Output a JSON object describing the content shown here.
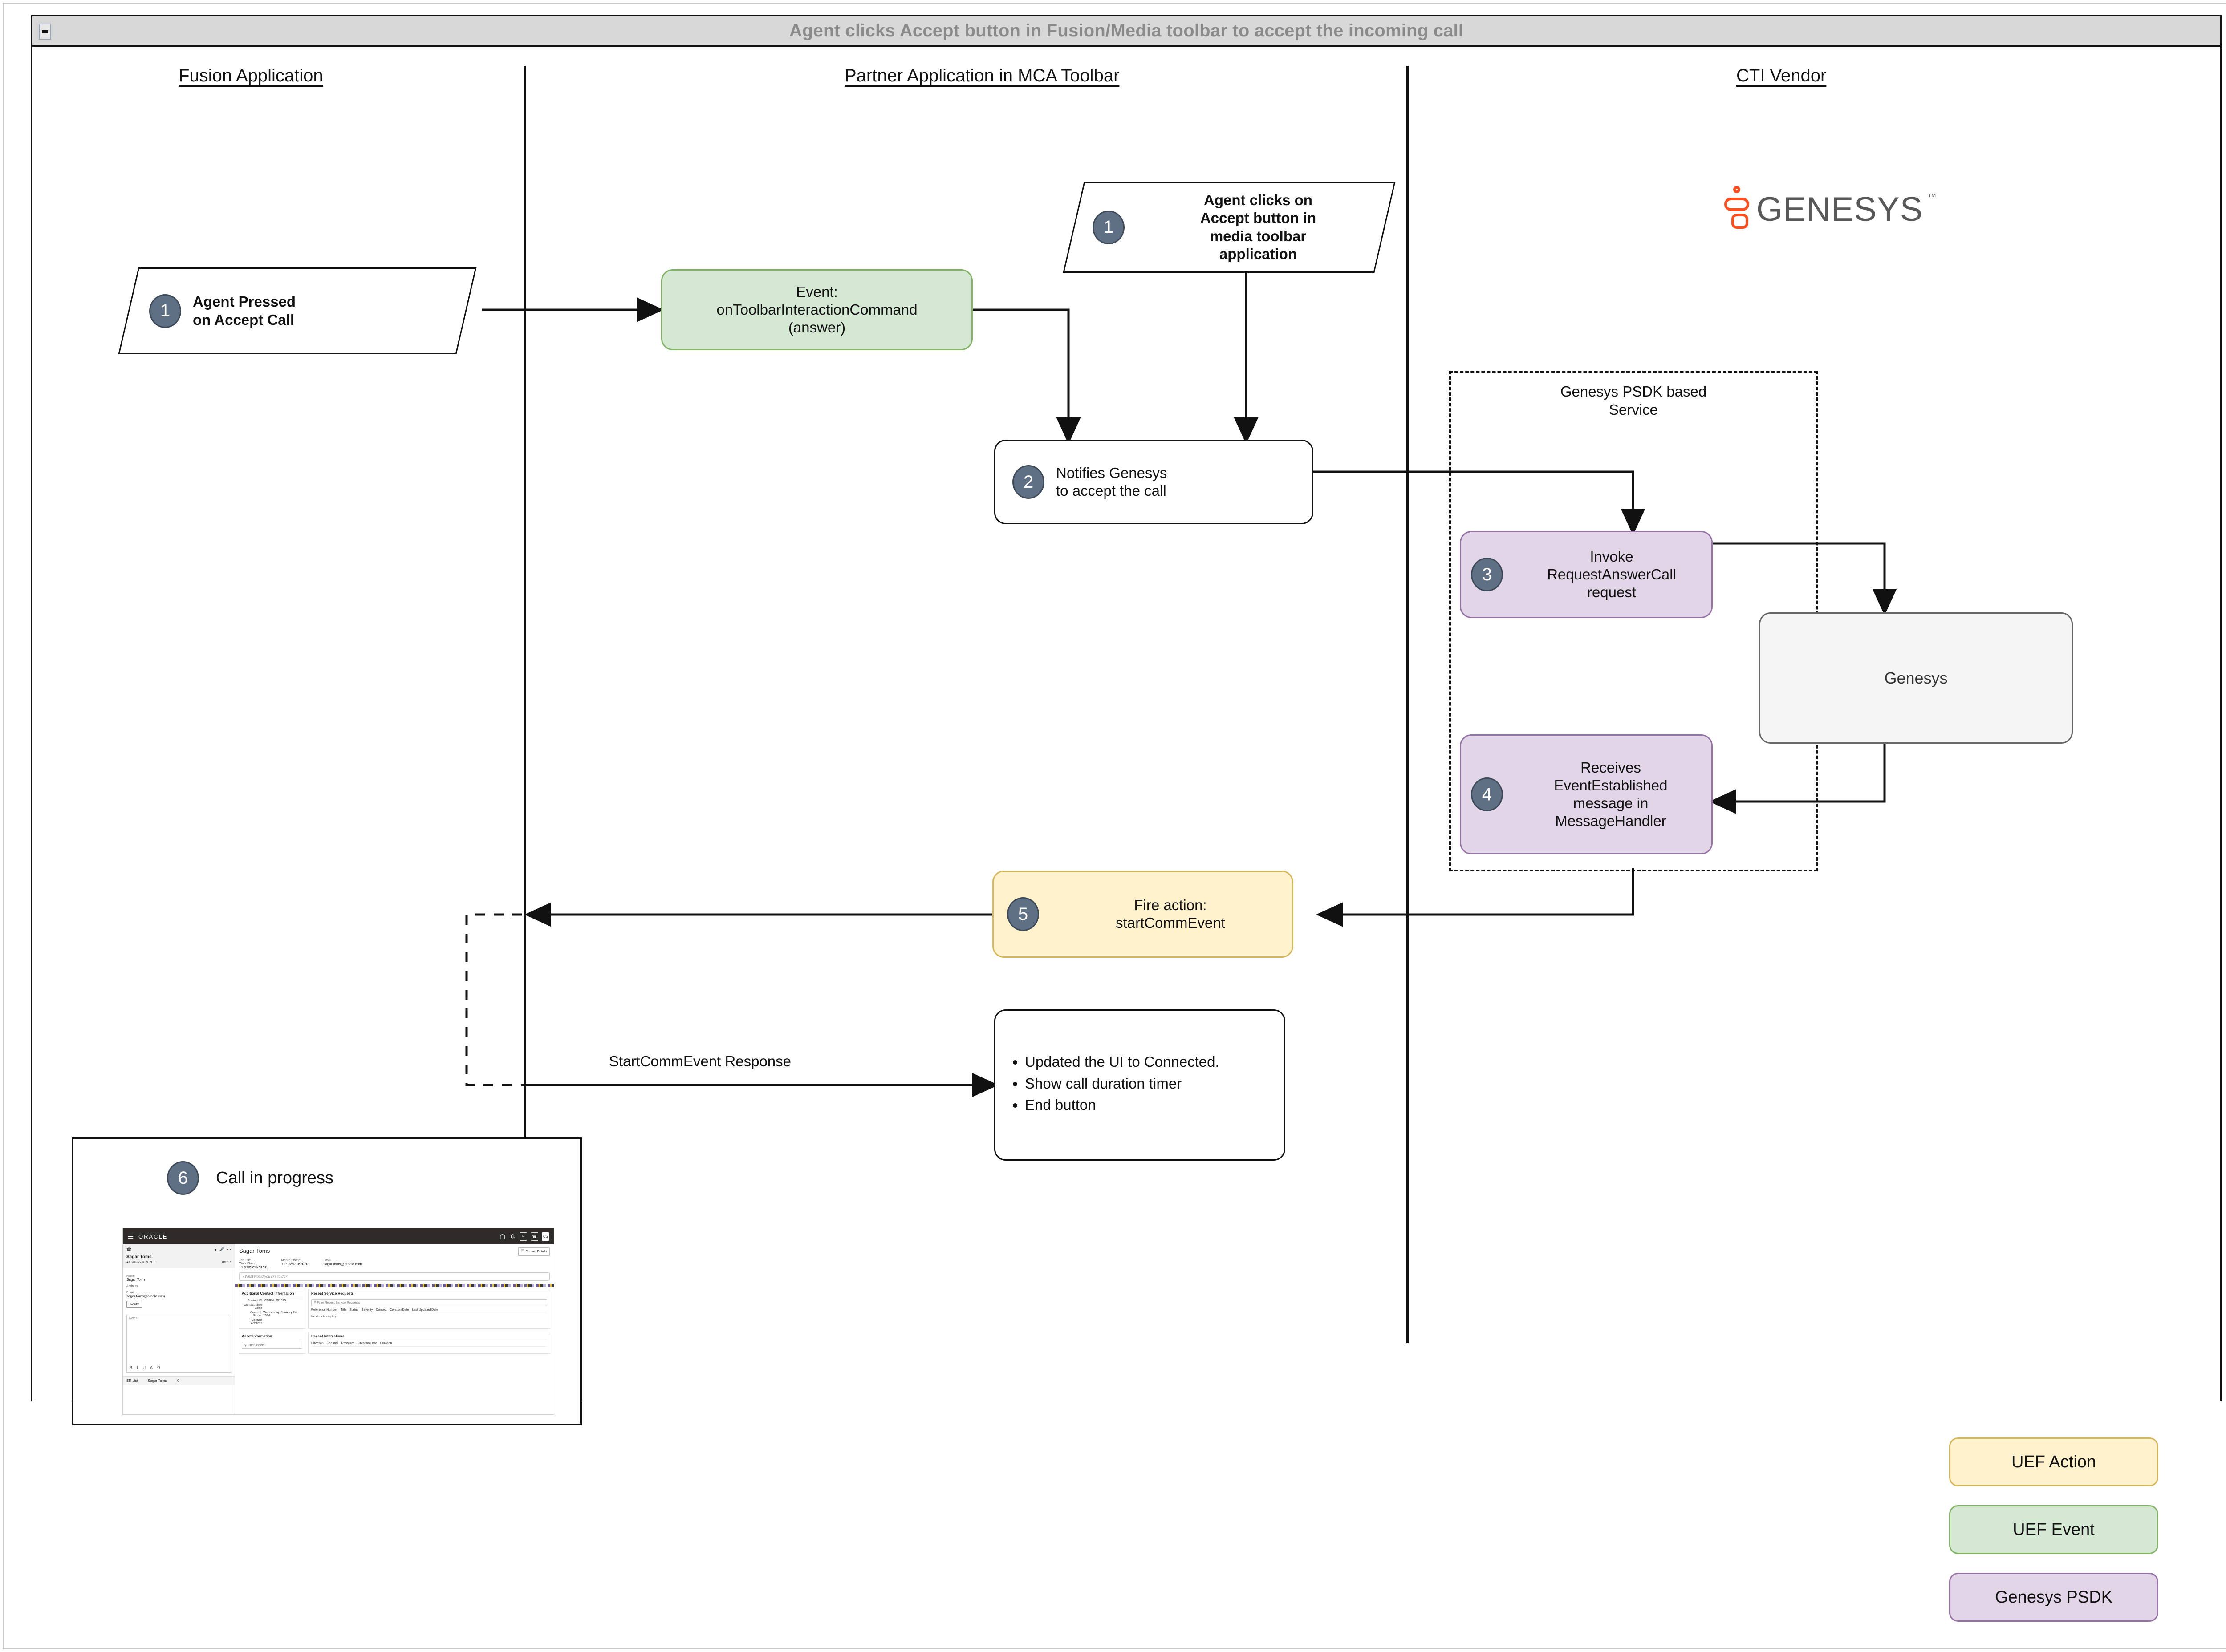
{
  "window": {
    "title": "Agent clicks Accept button in Fusion/Media toolbar to accept the incoming call",
    "collapse_icon": "collapse-icon"
  },
  "lanes": [
    {
      "label": "Fusion Application"
    },
    {
      "label": "Partner Application in MCA Toolbar"
    },
    {
      "label": "CTI Vendor"
    }
  ],
  "logo": {
    "word": "GENESYS",
    "tm": "™"
  },
  "nodes": {
    "agent_pressed": {
      "badge": "1",
      "line1": "Agent Pressed",
      "line2": "on Accept Call"
    },
    "event_toolbar": {
      "line1": "Event:",
      "line2": "onToolbarInteractionCommand",
      "line3": "(answer)"
    },
    "agent_clicks": {
      "badge": "1",
      "line1": "Agent clicks on",
      "line2": "Accept button in",
      "line3": "media toolbar",
      "line4": "application"
    },
    "notifies": {
      "badge": "2",
      "line1": "Notifies Genesys",
      "line2": "to accept the call"
    },
    "psdk_group": {
      "line1": "Genesys PSDK based",
      "line2": "Service"
    },
    "invoke": {
      "badge": "3",
      "line1": "Invoke",
      "line2": "RequestAnswerCall",
      "line3": "request"
    },
    "genesys_box": {
      "label": "Genesys"
    },
    "receives": {
      "badge": "4",
      "line1": "Receives",
      "line2": "EventEstablished",
      "line3": "message in",
      "line4": "MessageHandler"
    },
    "fire_action": {
      "badge": "5",
      "line1": "Fire action:",
      "line2": "startCommEvent"
    },
    "ui_updates": {
      "bullets": [
        "Updated the UI to Connected.",
        "Show call duration timer",
        "End button"
      ]
    },
    "call_in_progress": {
      "badge": "6",
      "label": "Call in progress"
    }
  },
  "edges": {
    "start_comm_event_response": "StartCommEvent Response"
  },
  "legend": [
    {
      "label": "UEF Action",
      "fill": "#fff2cc",
      "stroke": "#d6b656"
    },
    {
      "label": "UEF Event",
      "fill": "#d5e8d4",
      "stroke": "#82b366"
    },
    {
      "label": "Genesys PSDK",
      "fill": "#e1d5e7",
      "stroke": "#9673a6"
    }
  ],
  "screenshot": {
    "brand": "ORACLE",
    "badge_initials": "CS",
    "call": {
      "name": "Sagar Toms",
      "phone": "+1 918921670701",
      "timer": "00:17"
    },
    "left_fields": [
      {
        "label": "Name",
        "value": "Sagar Toms"
      },
      {
        "label": "Address",
        "value": ""
      },
      {
        "label": "Email",
        "value": "sagar.toms@oracle.com"
      }
    ],
    "verify_button": "Verify",
    "notes_label": "Notes",
    "notes_toolbar": "B I U A Ω",
    "footer_tabs": [
      "SR List",
      "Sagar Toms"
    ],
    "footer_close": "X",
    "contact": {
      "title": "Sagar Toms",
      "contact_details_button": "Contact Details",
      "fields": [
        {
          "label": "Job Title",
          "value": ""
        },
        {
          "label": "Mobile Phone",
          "value": "+1 918921670701"
        },
        {
          "label": "Email",
          "value": "sagar.toms@oracle.com"
        },
        {
          "label": "Work Phone",
          "value": "+1 918921670701"
        }
      ],
      "ask_placeholder": "What would you like to do?"
    },
    "additional_contact": {
      "title": "Additional Contact Information",
      "rows": [
        {
          "k": "Contact ID",
          "v": "CDRM_951675"
        },
        {
          "k": "Contact Time Zone",
          "v": ""
        },
        {
          "k": "Contact Since",
          "v": "Wednesday, January 24, 2024"
        },
        {
          "k": "Contact Address",
          "v": ""
        }
      ]
    },
    "recent_service_requests": {
      "title": "Recent Service Requests",
      "filter_placeholder": "Filter Recent Service Requests",
      "columns": [
        "Reference Number",
        "Title",
        "Status",
        "Severity",
        "Contact",
        "Creation Date",
        "Last Updated Date"
      ],
      "empty": "No data to display."
    },
    "asset_information": {
      "title": "Asset Information",
      "filter_placeholder": "Filter Assets"
    },
    "recent_interactions": {
      "title": "Recent Interactions",
      "columns": [
        "Direction",
        "Channel",
        "Resource",
        "Creation Date",
        "Duration"
      ]
    }
  }
}
